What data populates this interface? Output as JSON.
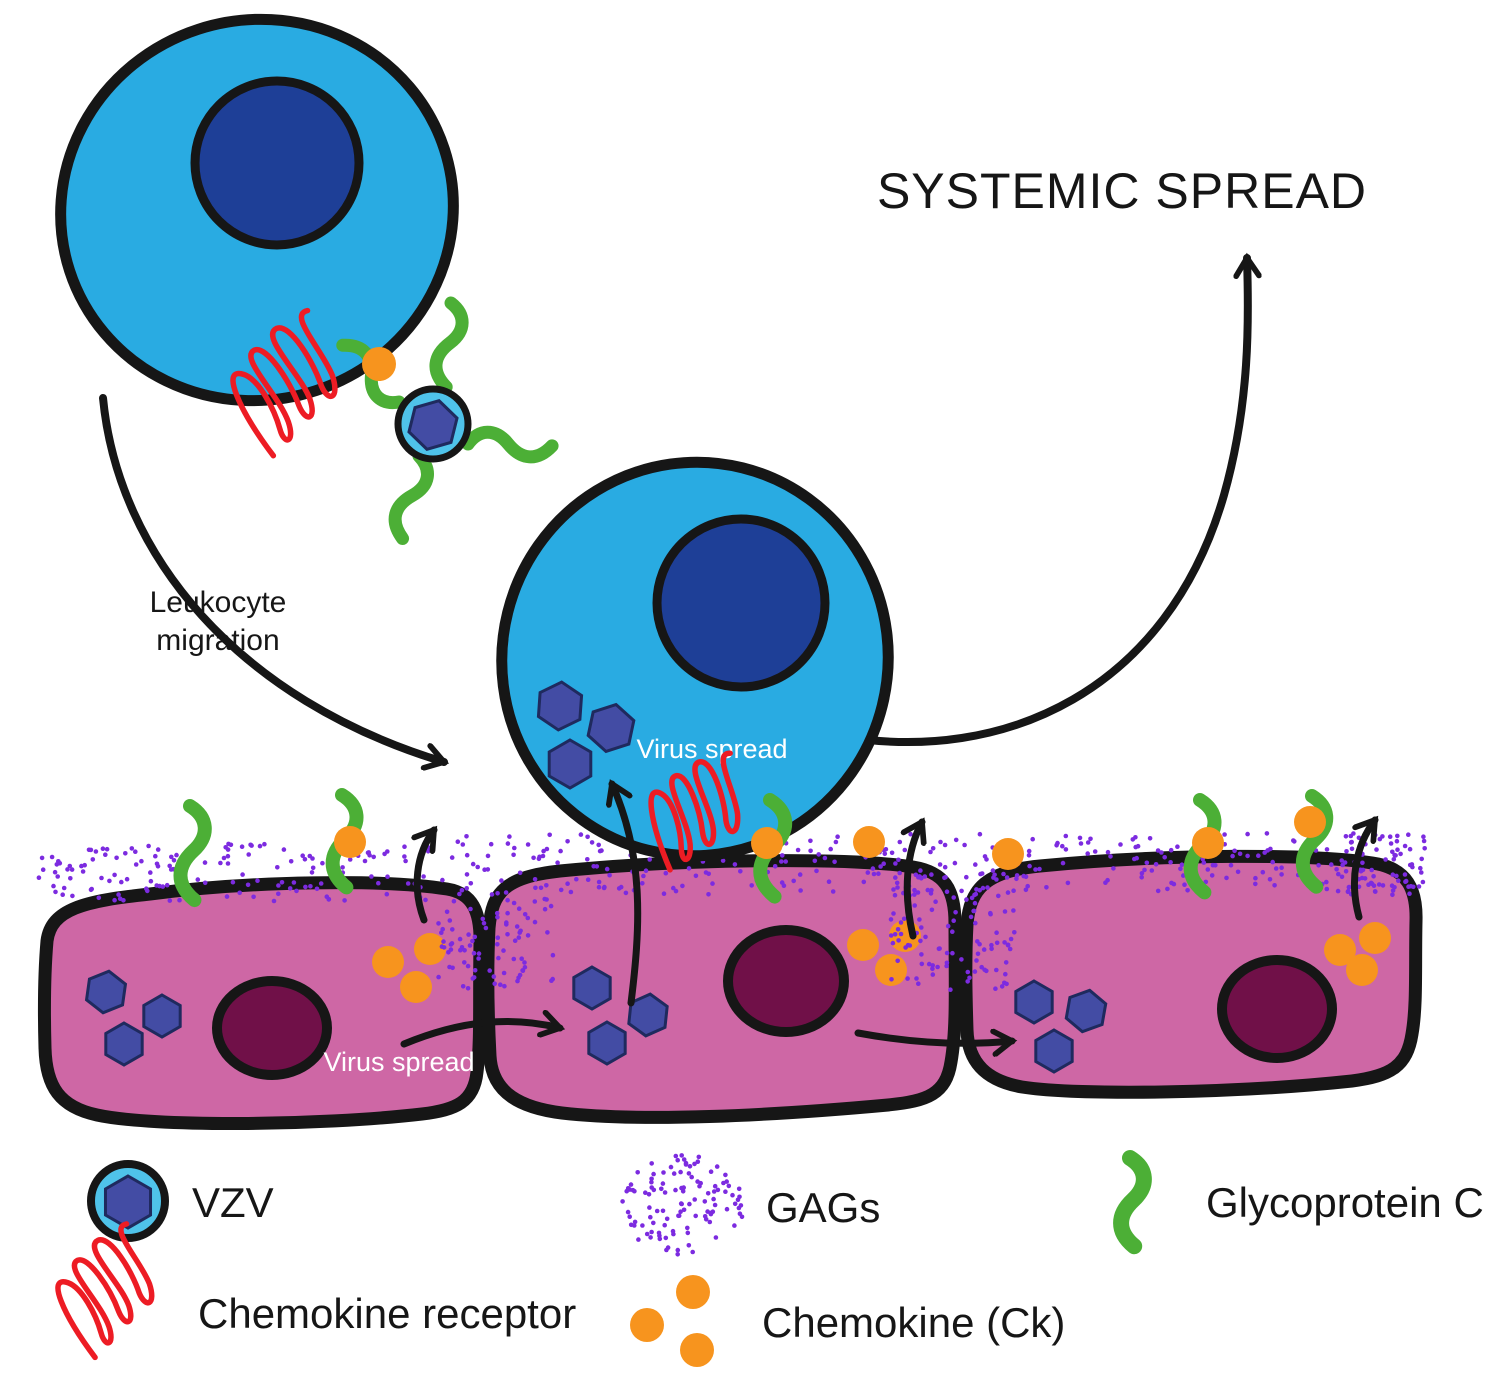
{
  "title": {
    "systemic_spread": "SYSTEMIC SPREAD"
  },
  "labels": {
    "leukocyte_migration": [
      "Leukocyte",
      "migration"
    ],
    "virus_spread_leukocyte": "Virus spread",
    "virus_spread_epithelium": "Virus spread"
  },
  "legend": {
    "items": [
      {
        "label": "VZV",
        "icon": "vzv-virion-icon"
      },
      {
        "label": "Chemokine receptor",
        "icon": "chemokine-receptor-icon"
      },
      {
        "label": "GAGs",
        "icon": "gags-icon"
      },
      {
        "label": "Chemokine (Ck)",
        "icon": "chemokine-icon"
      },
      {
        "label": "Glycoprotein C",
        "icon": "glycoprotein-c-icon"
      }
    ]
  },
  "colors": {
    "leukocyte": "#29abe2",
    "leukocyte_nucleus": "#1e3f97",
    "epithelial": "#ce67a5",
    "epithelial_nucleus": "#701048",
    "capsid": "#434ca4",
    "virion_envelope": "#4fc3ea",
    "glycoprotein": "#4caf36",
    "receptor": "#ed1c24",
    "chemokine": "#f7941e",
    "gag": "#7c2be0",
    "outline": "#161616",
    "background": "#ffffff"
  }
}
